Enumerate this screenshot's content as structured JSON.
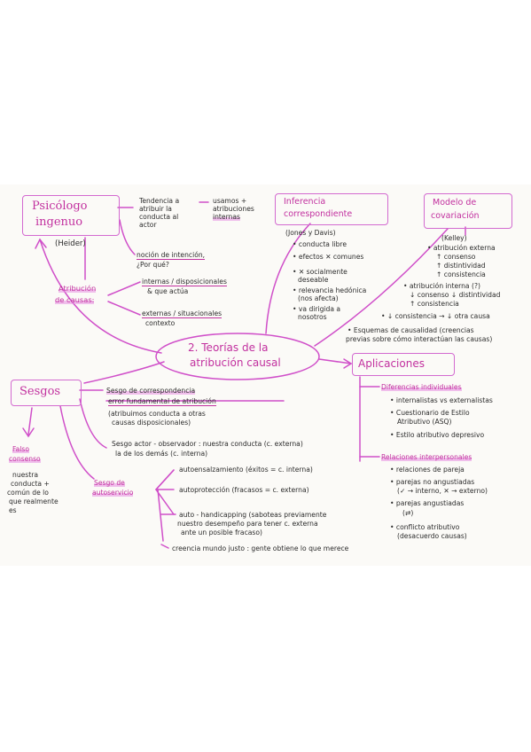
{
  "center": {
    "line1": "2. Teorías de la",
    "line2": "atribución causal"
  },
  "psicologo": {
    "title1": "Psicólogo",
    "title2": "ingenuo",
    "heider": "(Heider)",
    "tendencia": [
      "Tendencia a",
      "atribuir la",
      "conducta al",
      "actor"
    ],
    "usamos": [
      "usamos +",
      "atribuciones",
      "internas"
    ],
    "nocion": [
      "noción de intención,",
      "¿Por qué?"
    ],
    "atrib": [
      "Atribución",
      "de causas:"
    ],
    "internas": [
      "internas / disposicionales",
      "& que actúa"
    ],
    "externas": [
      "externas / situacionales",
      "contexto"
    ]
  },
  "inferencia": {
    "title1": "Inferencia",
    "title2": "correspondiente",
    "authors": "(Jones y Davis)",
    "items": [
      "• conducta libre",
      "• efectos ✕ comunes",
      "• ✕ socialmente",
      "deseable",
      "• relevancia hedónica",
      "(nos afecta)",
      "• va dirigida a",
      "nosotros"
    ]
  },
  "modelo": {
    "title1": "Modelo de",
    "title2": "covariación",
    "author": "(Kelley)",
    "a1": "• atribución externa",
    "a2": "↑ consenso",
    "a3": "↑ distintividad",
    "a4": "↑ consistencia",
    "b1": "• atribución interna (?)",
    "b2": "↓ consenso ↓ distintividad",
    "b3": "↑ consistencia",
    "c1": "• ↓ consistencia → ↓ otra causa",
    "esq1": "• Esquemas de causalidad (creencias",
    "esq2": "previas sobre cómo interactúan las causas)"
  },
  "aplicaciones": {
    "title": "Aplicaciones",
    "dif": "Diferencias individuales",
    "d1": "• internalistas vs externalistas",
    "d2": "• Cuestionario de Estilo",
    "d3": "Atributivo (ASQ)",
    "d4": "• Estilo atributivo depresivo",
    "rel": "Relaciones interpersonales",
    "r1": "• relaciones de pareja",
    "r2": "• parejas no angustiadas",
    "r3": "(✓ → interno, ✕ → externo)",
    "r4": "• parejas angustiadas",
    "r5": "(⇄)",
    "r6": "• conflicto atributivo",
    "r7": "(desacuerdo causas)"
  },
  "sesgos": {
    "title": "Sesgos",
    "corr1": "Sesgo de correspondencia",
    "corr2": "error fundamental de atribución",
    "corr3": "(atribuimos conducta a otras",
    "corr4": "causas disposicionales)",
    "act1": "Sesgo actor - observador : nuestra conducta (c. externa)",
    "act2": "la de los demás (c. interna)",
    "falso1": "Falso",
    "falso2": "consenso",
    "falso3": [
      "nuestra",
      "conducta +",
      "común de lo",
      "que realmente",
      "es"
    ],
    "auto1": "Sesgo de",
    "auto2": "autoservicio",
    "s1": "autoensalzamiento (éxitos = c. interna)",
    "s2": "autoprotección (fracasos = c. externa)",
    "s3": "auto - handicapping (saboteas previamente",
    "s4": "nuestro desempeño para tener c. externa",
    "s5": "ante un posible fracaso)",
    "s6": "creencia mundo justo : gente obtiene lo que merece"
  }
}
